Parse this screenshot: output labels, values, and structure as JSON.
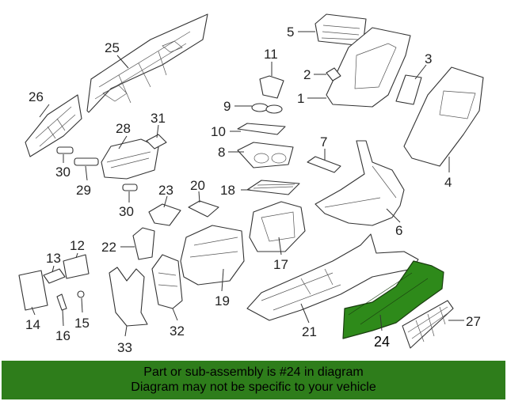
{
  "highlight_color": "#2e8a1a",
  "callouts": {
    "c1": "1",
    "c2": "2",
    "c3": "3",
    "c4": "4",
    "c5": "5",
    "c6": "6",
    "c7": "7",
    "c8": "8",
    "c9": "9",
    "c10": "10",
    "c11": "11",
    "c12": "12",
    "c13": "13",
    "c14": "14",
    "c15": "15",
    "c16": "16",
    "c17": "17",
    "c18": "18",
    "c19": "19",
    "c20": "20",
    "c21": "21",
    "c22": "22",
    "c23": "23",
    "c24": "24",
    "c25": "25",
    "c26": "26",
    "c27": "27",
    "c28": "28",
    "c29": "29",
    "c30a": "30",
    "c30b": "30",
    "c31": "31",
    "c32": "32",
    "c33": "33"
  },
  "banner": {
    "line1": "Part or sub-assembly is #24 in diagram",
    "line2": "Diagram may not be specific to your vehicle"
  }
}
